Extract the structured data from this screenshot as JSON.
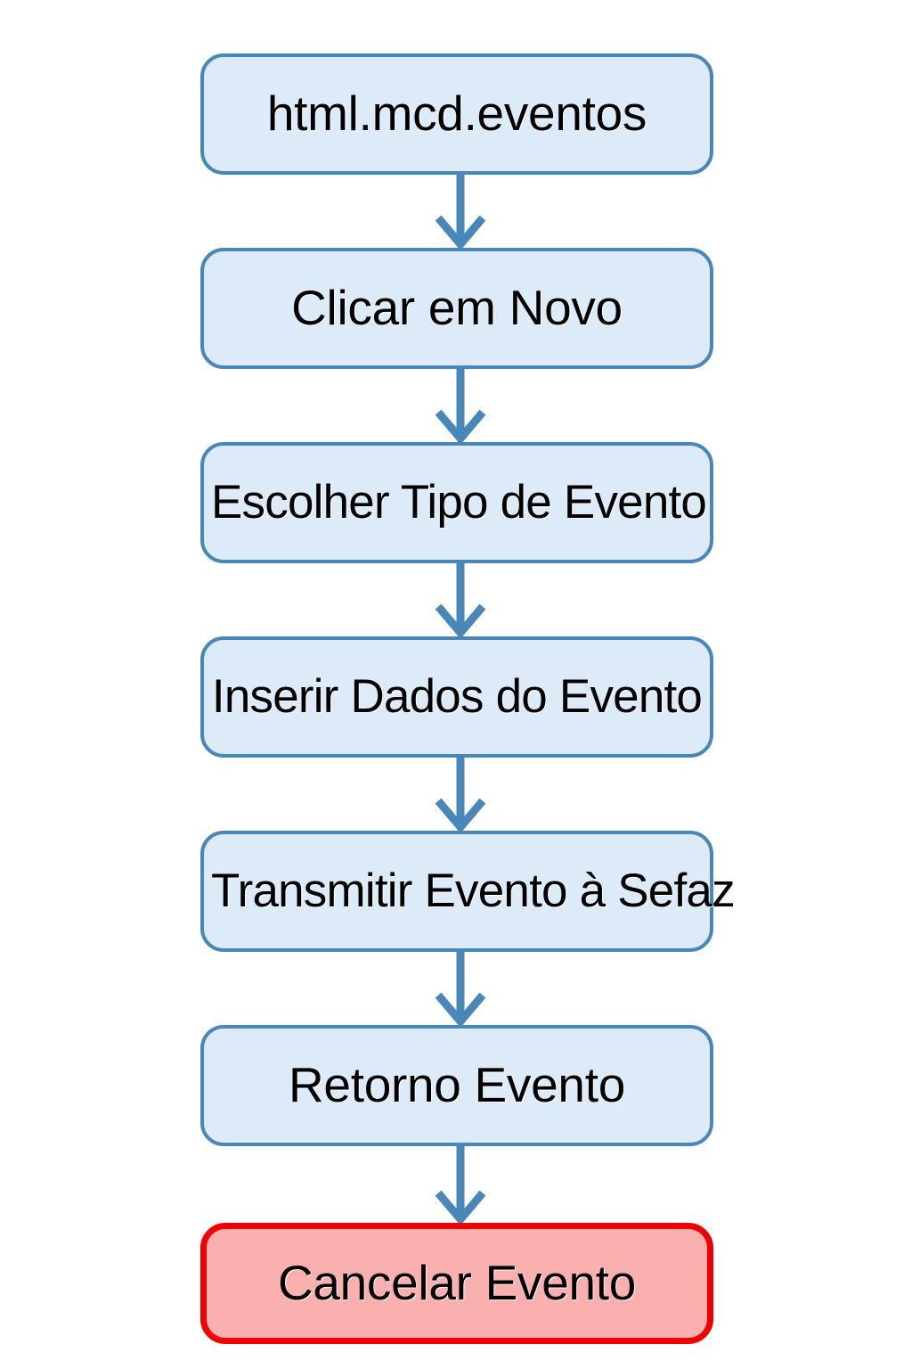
{
  "diagram": {
    "type": "flowchart",
    "orientation": "vertical",
    "title": "html.mcd.eventos",
    "colors": {
      "process_fill": "#dcebf7",
      "process_stroke": "#4a87b9",
      "cancel_fill": "#fbb0b0",
      "cancel_stroke": "#f00000",
      "arrow": "#4a87b9",
      "text": "#000000",
      "background": "#ffffff"
    },
    "nodes": [
      {
        "id": "n1",
        "label": "html.mcd.eventos",
        "shape": "rounded-rectangle",
        "style": "process"
      },
      {
        "id": "n2",
        "label": "Clicar em Novo",
        "shape": "rounded-rectangle",
        "style": "process"
      },
      {
        "id": "n3",
        "label": "Escolher Tipo de Evento",
        "shape": "rounded-rectangle",
        "style": "process"
      },
      {
        "id": "n4",
        "label": "Inserir Dados do Evento",
        "shape": "rounded-rectangle",
        "style": "process"
      },
      {
        "id": "n5",
        "label": "Transmitir Evento à Sefaz",
        "shape": "rounded-rectangle",
        "style": "process"
      },
      {
        "id": "n6",
        "label": "Retorno Evento",
        "shape": "rounded-rectangle",
        "style": "process"
      },
      {
        "id": "n7",
        "label": "Cancelar Evento",
        "shape": "rounded-rectangle",
        "style": "cancel"
      }
    ],
    "edges": [
      {
        "from": "n1",
        "to": "n2",
        "label": "",
        "arrowhead": "open-v"
      },
      {
        "from": "n2",
        "to": "n3",
        "label": "",
        "arrowhead": "open-v"
      },
      {
        "from": "n3",
        "to": "n4",
        "label": "",
        "arrowhead": "open-v"
      },
      {
        "from": "n4",
        "to": "n5",
        "label": "",
        "arrowhead": "open-v"
      },
      {
        "from": "n5",
        "to": "n6",
        "label": "",
        "arrowhead": "open-v"
      },
      {
        "from": "n6",
        "to": "n7",
        "label": "",
        "arrowhead": "open-v"
      }
    ]
  }
}
